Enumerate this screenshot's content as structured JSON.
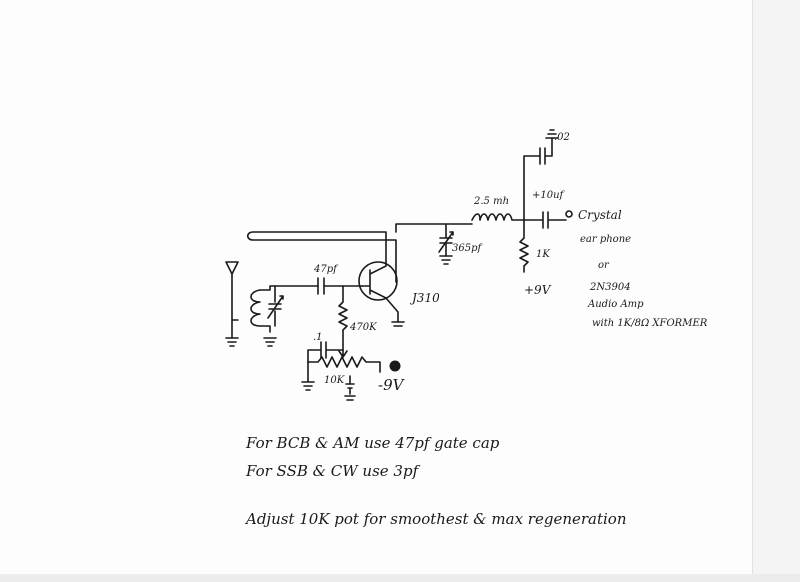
{
  "labels": {
    "cap_002": ".02",
    "inductor_choke": "2.5 mh",
    "cap_10uf": "+10uf",
    "crystal_1": "Crystal",
    "crystal_2": "ear phone",
    "or": "or",
    "transistor": "2N3904",
    "audio_amp": "Audio Amp",
    "with_xformer": "with 1K/8Ω XFORMER",
    "cap_365pf": "365pf",
    "resistor_1k": "1K",
    "plus_9v": "+9V",
    "gate_cap": "47pf",
    "jfet": "J310",
    "resistor_470k": "470K",
    "cap_1": ".1",
    "pot_10k": "10K",
    "minus_9v": "-9V"
  },
  "notes": {
    "line1": "For BCB & AM use 47pf gate cap",
    "line2": "For SSB & CW use 3pf",
    "line3": "Adjust 10K pot for smoothest & max regeneration"
  },
  "colors": {
    "ink": "#1a1a1a",
    "paper": "#fdfdfd"
  }
}
